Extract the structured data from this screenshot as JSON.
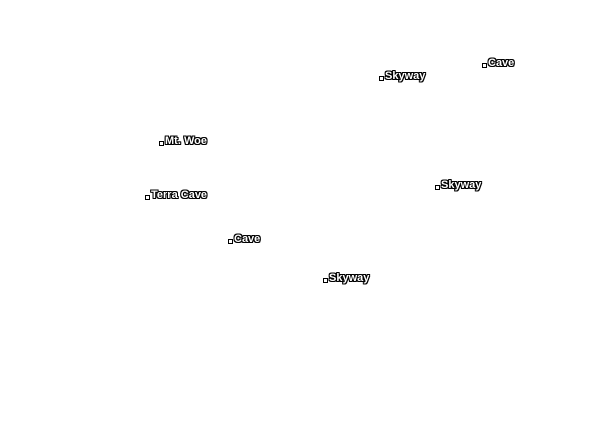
{
  "map": {
    "background": "#ffffff",
    "label_fill": "#ffffff",
    "label_outline": "#000000",
    "places": [
      {
        "name": "Cave",
        "icon": "place-dot-icon"
      },
      {
        "name": "Skyway",
        "icon": "place-dot-icon"
      },
      {
        "name": "Mt. Woe",
        "icon": "place-dot-icon"
      },
      {
        "name": "Skyway",
        "icon": "place-dot-icon"
      },
      {
        "name": "Terra Cave",
        "icon": "place-dot-icon"
      },
      {
        "name": "Cave",
        "icon": "place-dot-icon"
      },
      {
        "name": "Skyway",
        "icon": "place-dot-icon"
      }
    ]
  }
}
